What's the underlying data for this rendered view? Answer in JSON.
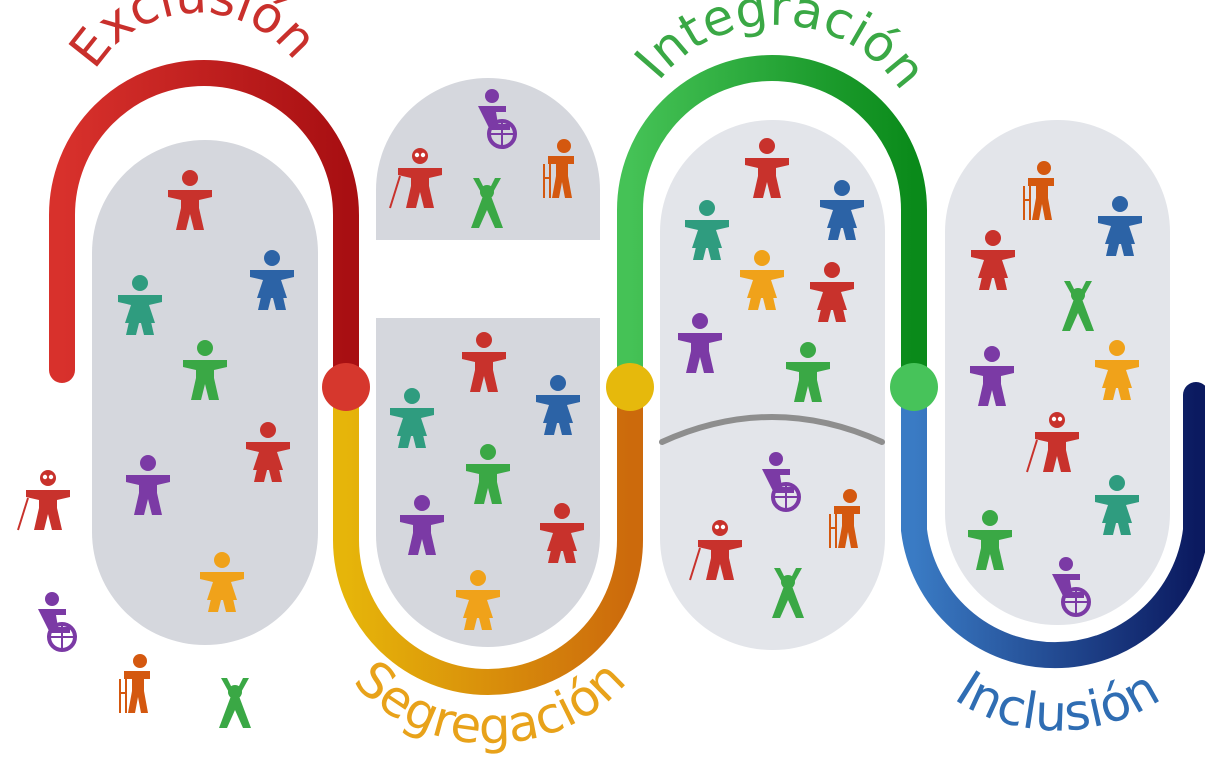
{
  "labels": {
    "exclusion": "Exclusión",
    "segregation": "Segregación",
    "integration": "Integración",
    "inclusion": "Inclusión"
  },
  "colors": {
    "exclusion": "#c0272d",
    "segregation": "#e39a13",
    "integration": "#3aa845",
    "inclusion": "#2e63a8",
    "panel": "#d5d7dd",
    "panel_light": "#e3e5ea",
    "divider": "#8e8e8e"
  },
  "figures": [
    {
      "zone": "exclusion",
      "type": "man",
      "color": "#c8322c"
    },
    {
      "zone": "exclusion",
      "type": "woman",
      "color": "#2f9c7f"
    },
    {
      "zone": "exclusion",
      "type": "woman",
      "color": "#2c63a6"
    },
    {
      "zone": "exclusion",
      "type": "man",
      "color": "#3aa845"
    },
    {
      "zone": "exclusion",
      "type": "woman",
      "color": "#c8322c"
    },
    {
      "zone": "exclusion",
      "type": "man",
      "color": "#7b3aa5"
    },
    {
      "zone": "exclusion",
      "type": "woman",
      "color": "#f0a21a"
    },
    {
      "zone": "outside",
      "type": "elder-cane",
      "color": "#c8322c"
    },
    {
      "zone": "outside",
      "type": "wheelchair",
      "color": "#7b3aa5"
    },
    {
      "zone": "outside",
      "type": "elder-walker",
      "color": "#d4580f"
    },
    {
      "zone": "outside",
      "type": "child",
      "color": "#3aa845"
    },
    {
      "zone": "segregation-top",
      "type": "wheelchair",
      "color": "#7b3aa5"
    },
    {
      "zone": "segregation-top",
      "type": "elder-cane",
      "color": "#c8322c"
    },
    {
      "zone": "segregation-top",
      "type": "child",
      "color": "#3aa845"
    },
    {
      "zone": "segregation-top",
      "type": "elder-walker",
      "color": "#d4580f"
    },
    {
      "zone": "segregation-bottom",
      "type": "man",
      "color": "#c8322c"
    },
    {
      "zone": "segregation-bottom",
      "type": "woman",
      "color": "#2f9c7f"
    },
    {
      "zone": "segregation-bottom",
      "type": "woman",
      "color": "#2c63a6"
    },
    {
      "zone": "segregation-bottom",
      "type": "man",
      "color": "#3aa845"
    },
    {
      "zone": "segregation-bottom",
      "type": "man",
      "color": "#7b3aa5"
    },
    {
      "zone": "segregation-bottom",
      "type": "woman",
      "color": "#c8322c"
    },
    {
      "zone": "segregation-bottom",
      "type": "woman",
      "color": "#f0a21a"
    },
    {
      "zone": "integration-top",
      "type": "man",
      "color": "#c8322c"
    },
    {
      "zone": "integration-top",
      "type": "woman",
      "color": "#2f9c7f"
    },
    {
      "zone": "integration-top",
      "type": "woman",
      "color": "#2c63a6"
    },
    {
      "zone": "integration-top",
      "type": "woman",
      "color": "#f0a21a"
    },
    {
      "zone": "integration-top",
      "type": "woman",
      "color": "#c8322c"
    },
    {
      "zone": "integration-top",
      "type": "man",
      "color": "#7b3aa5"
    },
    {
      "zone": "integration-top",
      "type": "man",
      "color": "#3aa845"
    },
    {
      "zone": "integration-bottom",
      "type": "wheelchair",
      "color": "#7b3aa5"
    },
    {
      "zone": "integration-bottom",
      "type": "elder-walker",
      "color": "#d4580f"
    },
    {
      "zone": "integration-bottom",
      "type": "elder-cane",
      "color": "#c8322c"
    },
    {
      "zone": "integration-bottom",
      "type": "child",
      "color": "#3aa845"
    },
    {
      "zone": "inclusion",
      "type": "elder-walker",
      "color": "#d4580f"
    },
    {
      "zone": "inclusion",
      "type": "woman",
      "color": "#2c63a6"
    },
    {
      "zone": "inclusion",
      "type": "woman",
      "color": "#c8322c"
    },
    {
      "zone": "inclusion",
      "type": "child",
      "color": "#3aa845"
    },
    {
      "zone": "inclusion",
      "type": "man",
      "color": "#7b3aa5"
    },
    {
      "zone": "inclusion",
      "type": "woman",
      "color": "#f0a21a"
    },
    {
      "zone": "inclusion",
      "type": "elder-cane",
      "color": "#c8322c"
    },
    {
      "zone": "inclusion",
      "type": "woman",
      "color": "#2f9c7f"
    },
    {
      "zone": "inclusion",
      "type": "man",
      "color": "#3aa845"
    },
    {
      "zone": "inclusion",
      "type": "wheelchair",
      "color": "#7b3aa5"
    }
  ]
}
